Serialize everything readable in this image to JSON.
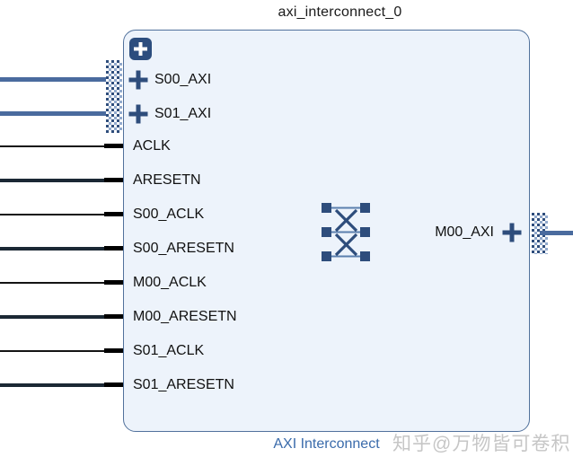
{
  "block": {
    "instance_name": "axi_interconnect_0",
    "type_label": "AXI Interconnect",
    "left_ports": [
      {
        "name": "S00_AXI",
        "kind": "interface"
      },
      {
        "name": "S01_AXI",
        "kind": "interface"
      },
      {
        "name": "ACLK",
        "kind": "clock"
      },
      {
        "name": "ARESETN",
        "kind": "reset"
      },
      {
        "name": "S00_ACLK",
        "kind": "clock"
      },
      {
        "name": "S00_ARESETN",
        "kind": "reset"
      },
      {
        "name": "M00_ACLK",
        "kind": "clock"
      },
      {
        "name": "M00_ARESETN",
        "kind": "reset"
      },
      {
        "name": "S01_ACLK",
        "kind": "clock"
      },
      {
        "name": "S01_ARESETN",
        "kind": "reset"
      }
    ],
    "right_ports": [
      {
        "name": "M00_AXI",
        "kind": "interface"
      }
    ]
  },
  "watermark": {
    "text": "知乎@万物皆可卷积"
  },
  "colors": {
    "block_fill": "#edf3fb",
    "block_border": "#51719c",
    "accent_navy": "#2e4d7c",
    "interface_wire": "#4a6b9e",
    "clock_wire": "#141414",
    "reset_wire": "#1b2834",
    "type_label_blue": "#3a6bab",
    "watermark_gray": "#c6c6c6"
  }
}
